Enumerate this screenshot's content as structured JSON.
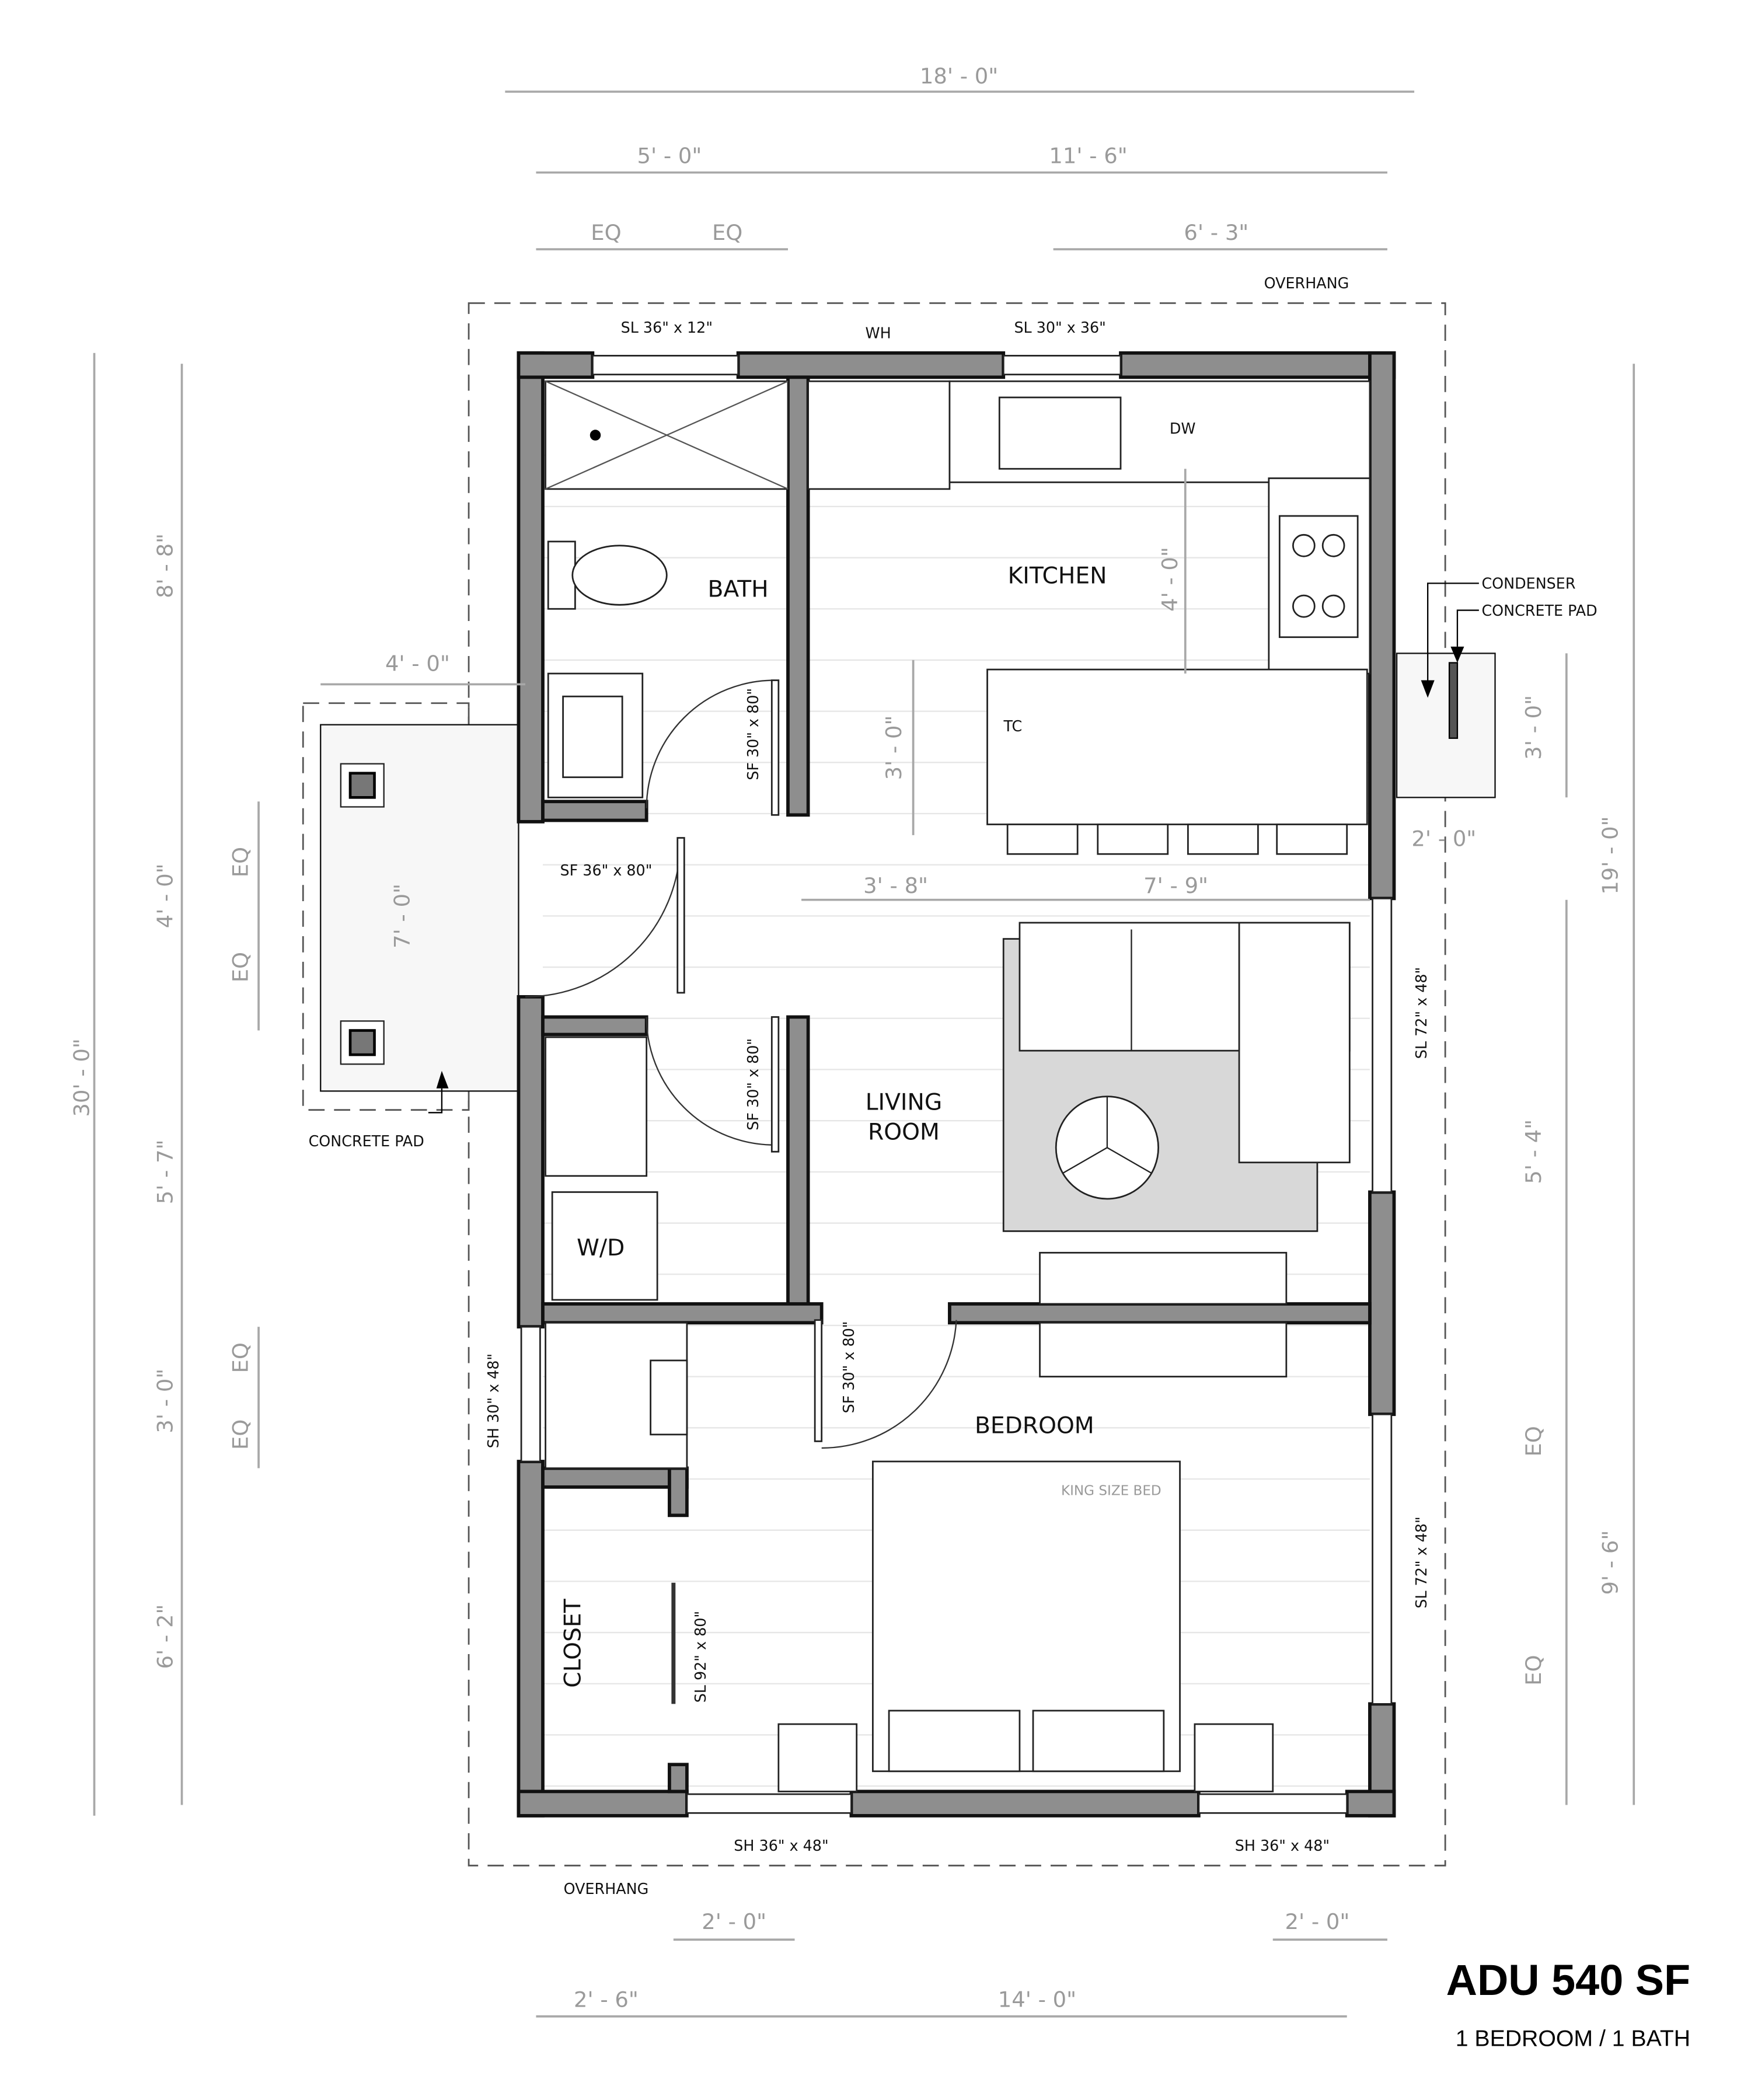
{
  "title": {
    "main": "ADU 540 SF",
    "sub": "1 BEDROOM / 1 BATH"
  },
  "rooms": {
    "bath": "BATH",
    "kitchen": "KITCHEN",
    "living1": "LIVING",
    "living2": "ROOM",
    "wd": "W/D",
    "bedroom": "BEDROOM",
    "closet": "CLOSET"
  },
  "fixtures": {
    "wh": "WH",
    "dw": "DW",
    "tc": "TC",
    "bed": "KING SIZE BED"
  },
  "notes": {
    "overhang_top": "OVERHANG",
    "overhang_bottom": "OVERHANG",
    "condenser": "CONDENSER",
    "pad_right": "CONCRETE PAD",
    "pad_left": "CONCRETE PAD"
  },
  "openings": {
    "top_win1": "SL 36\" x 12\"",
    "top_win2": "SL 30\" x 36\"",
    "bath_door": "SF 30\" x 80\"",
    "entry_door": "SF 36\" x 80\"",
    "laundry_door": "SF 30\" x 80\"",
    "bed_door": "SF 30\" x 80\"",
    "left_win": "SH 30\" x 48\"",
    "east_win1": "SL 72\" x 48\"",
    "east_win2": "SL 72\" x 48\"",
    "closet_door": "SL 92\" x 80\"",
    "bot_win1": "SH 36\" x 48\"",
    "bot_win2": "SH 36\" x 48\""
  },
  "dimensions": {
    "top_total": "18' - 0\"",
    "top_left": "5' - 0\"",
    "top_right": "11' - 6\"",
    "eq1": "EQ",
    "eq2": "EQ",
    "top_kitchen": "6' - 3\"",
    "left_total": "30' - 0\"",
    "left_a": "8' - 8\"",
    "left_b": "4' - 0\"",
    "left_c": "5' - 7\"",
    "left_d": "3' - 0\"",
    "left_e": "6' - 2\"",
    "left_eq1": "EQ",
    "left_eq2": "EQ",
    "left_eq3": "EQ",
    "left_eq4": "EQ",
    "pad_len": "7' - 0\"",
    "pad_w": "4' - 0\"",
    "right_total": "19' - 0\"",
    "right_pad": "3' - 0\"",
    "right_b": "5' - 4\"",
    "right_c": "9' - 6\"",
    "right_eq1": "EQ",
    "right_eq2": "EQ",
    "pad_r_w": "2' - 0\"",
    "kit_v1": "4' - 0\"",
    "kit_v2": "3' - 0\"",
    "kit_h1": "3' - 8\"",
    "kit_h2": "7' - 9\"",
    "bot_a": "2' - 0\"",
    "bot_b": "2' - 0\"",
    "bot_c": "2' - 6\"",
    "bot_d": "14' - 0\""
  },
  "colors": {
    "wall": "#8e8e8e",
    "dimension": "#9a9a9a",
    "rug": "#d8d8d8"
  }
}
